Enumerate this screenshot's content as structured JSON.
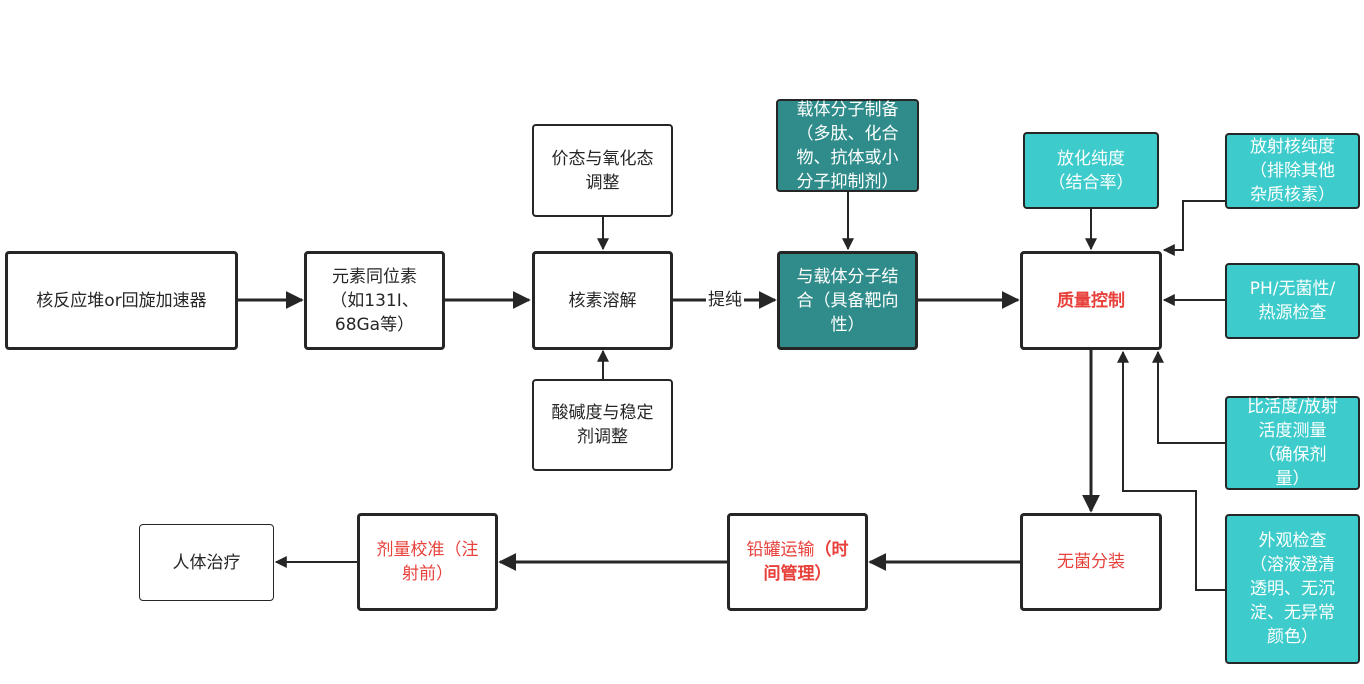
{
  "nodes": {
    "reactor": "核反应堆or回旋加速器",
    "isotope": "元素同位素\n（如131I、\n68Ga等）",
    "dissolve": "核素溶解",
    "valence": "价态与氧化态\n调整",
    "acidity": "酸碱度与稳定\n剂调整",
    "carrier_prep": "载体分子制备\n（多肽、化合\n物、抗体或小\n分子抑制剂）",
    "conjugate": "与载体分子结\n合（具备靶向\n性）",
    "radiochem_purity": "放化纯度\n（结合率）",
    "radionuclide_purity": "放射核纯度\n（排除其他\n杂质核素）",
    "qc": "质量控制",
    "ph_check": "PH/无菌性/\n热源检查",
    "activity": "比活度/放射\n活度测量\n（确保剂\n量）",
    "appearance": "外观检查\n（溶液澄清\n透明、无沉\n淀、无异常\n颜色）",
    "aseptic": "无菌分装",
    "lead_transport_normal": "铅罐运输",
    "lead_transport_bold": "（时\n间管理）",
    "dose_calib": "剂量校准（注\n射前）",
    "treatment": "人体治疗"
  },
  "edges": {
    "purify_label": "提纯"
  },
  "colors": {
    "line": "#262626",
    "teal": "#2f8c8a",
    "cyan": "#3dcbcb",
    "red": "#e8413b"
  }
}
